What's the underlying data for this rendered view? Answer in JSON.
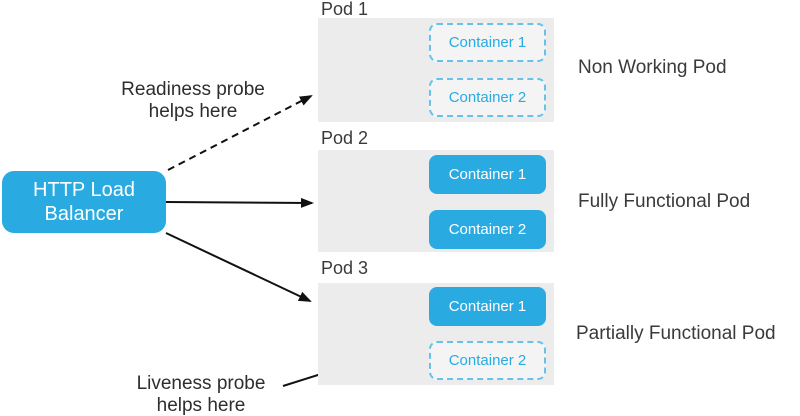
{
  "load_balancer": {
    "line1": "HTTP Load",
    "line2": "Balancer"
  },
  "pods": [
    {
      "title": "Pod 1",
      "caption": "Non Working Pod",
      "containers": [
        {
          "label": "Container 1",
          "state": "not-ready"
        },
        {
          "label": "Container 2",
          "state": "not-ready"
        }
      ]
    },
    {
      "title": "Pod 2",
      "caption": "Fully Functional Pod",
      "containers": [
        {
          "label": "Container 1",
          "state": "running"
        },
        {
          "label": "Container 2",
          "state": "running"
        }
      ]
    },
    {
      "title": "Pod 3",
      "caption": "Partially Functional Pod",
      "containers": [
        {
          "label": "Container 1",
          "state": "running"
        },
        {
          "label": "Container 2",
          "state": "not-ready"
        }
      ]
    }
  ],
  "annotations": {
    "readiness_probe": {
      "line1": "Readiness probe",
      "line2": "helps here"
    },
    "liveness_probe": {
      "line1": "Liveness probe",
      "line2": "helps here"
    }
  },
  "arrows": [
    {
      "from": "load-balancer",
      "to": "pod-1",
      "style": "dashed"
    },
    {
      "from": "load-balancer",
      "to": "pod-2",
      "style": "solid"
    },
    {
      "from": "load-balancer",
      "to": "pod-3",
      "style": "solid"
    },
    {
      "from": "pod-2-fork",
      "to": "pod-2-container-1",
      "style": "solid"
    },
    {
      "from": "pod-2-fork",
      "to": "pod-2-container-2",
      "style": "solid"
    },
    {
      "from": "pod-3-fork",
      "to": "pod-3-container-1",
      "style": "solid"
    },
    {
      "from": "pod-3-fork",
      "to": "pod-3-container-2",
      "style": "dashed"
    },
    {
      "from": "liveness-probe-label",
      "to": "pod-3",
      "style": "solid"
    }
  ],
  "colors": {
    "accent_blue": "#29abe2",
    "pod_background": "#ececec",
    "dashed_border_blue": "#66c2e8",
    "text_dark": "#3a3a3a",
    "arrow_black": "#111111"
  }
}
